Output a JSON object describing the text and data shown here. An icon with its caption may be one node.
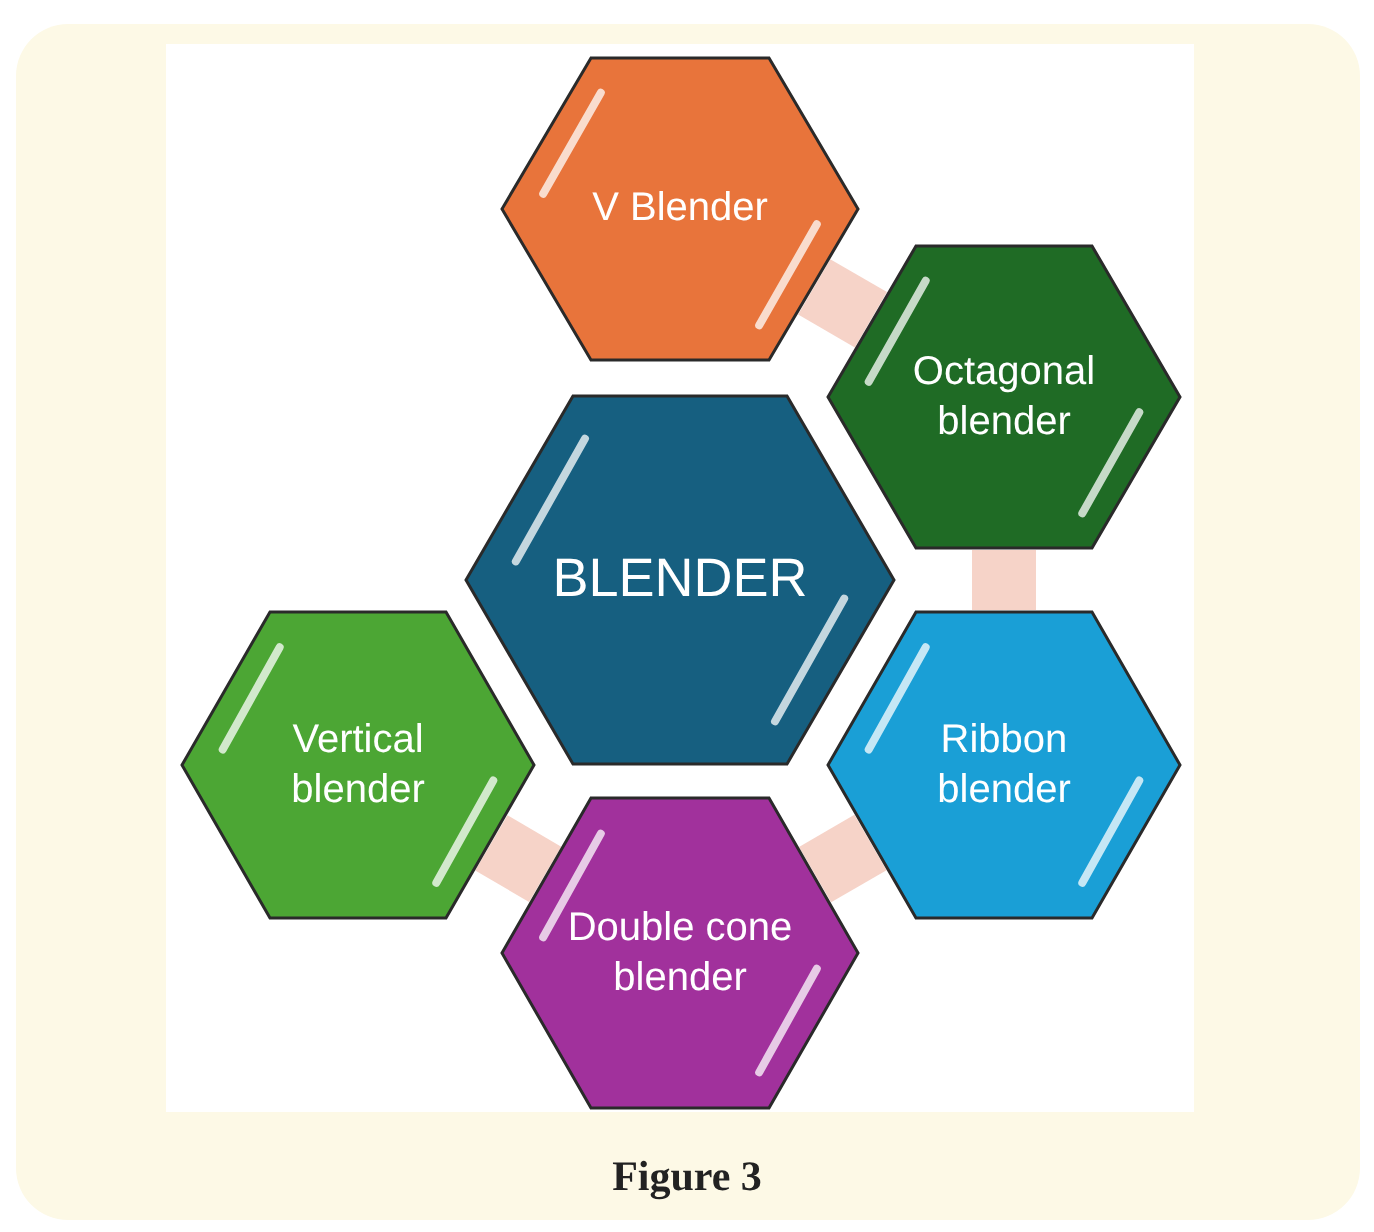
{
  "diagram": {
    "caption": "Figure 3",
    "nodes": [
      {
        "text": [
          "V Blender"
        ]
      },
      {
        "text": [
          "Octagonal blender"
        ]
      },
      {
        "text": [
          "BLENDER"
        ]
      },
      {
        "text": [
          "Vertical blender"
        ]
      },
      {
        "text": [
          "Ribbon blender"
        ]
      },
      {
        "text": [
          "Double cone blender"
        ]
      }
    ],
    "edges": [
      {
        "from": 0,
        "to": 1,
        "arrow": "none"
      },
      {
        "from": 1,
        "to": 4,
        "arrow": "none"
      },
      {
        "from": 4,
        "to": 5,
        "arrow": "none"
      },
      {
        "from": 5,
        "to": 3,
        "arrow": "none"
      }
    ]
  }
}
